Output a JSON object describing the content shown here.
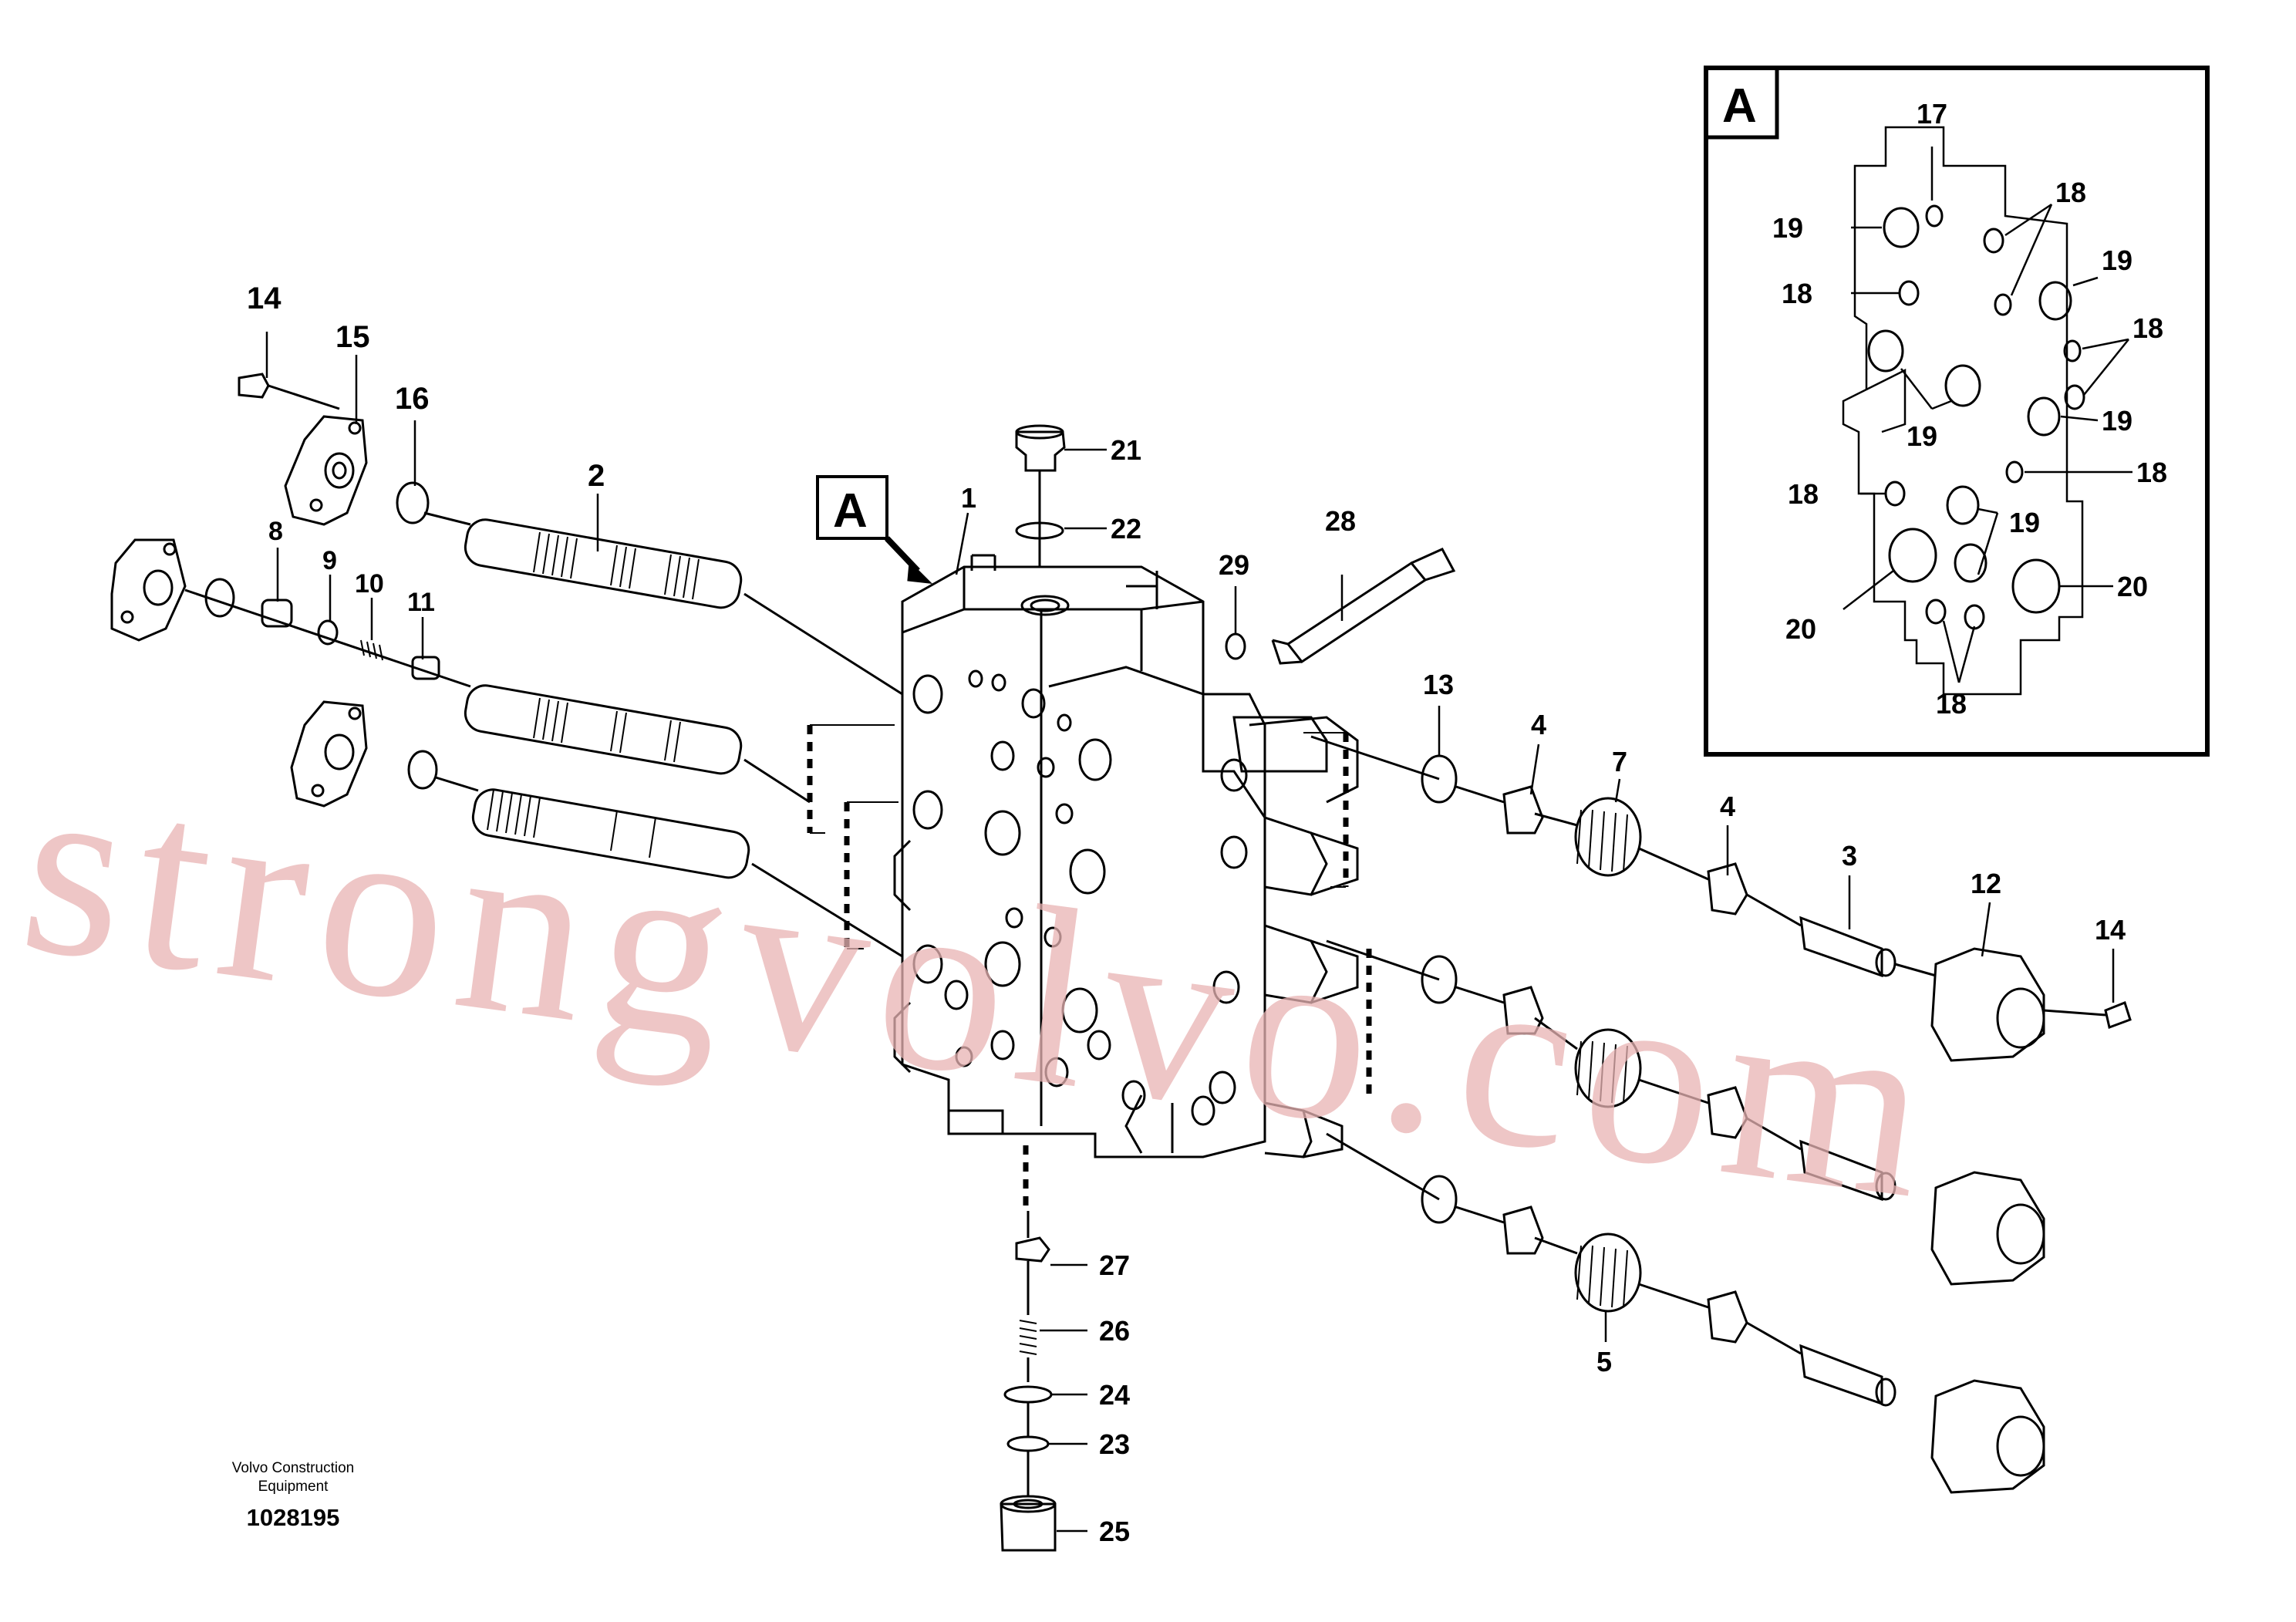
{
  "diagram": {
    "detail_label": "A",
    "callouts": [
      {
        "id": "c14a",
        "text": "14"
      },
      {
        "id": "c15",
        "text": "15"
      },
      {
        "id": "c16",
        "text": "16"
      },
      {
        "id": "c2",
        "text": "2"
      },
      {
        "id": "c8",
        "text": "8"
      },
      {
        "id": "c9",
        "text": "9"
      },
      {
        "id": "c10",
        "text": "10"
      },
      {
        "id": "c11",
        "text": "11"
      },
      {
        "id": "c1",
        "text": "1"
      },
      {
        "id": "c21",
        "text": "21"
      },
      {
        "id": "c22",
        "text": "22"
      },
      {
        "id": "c28",
        "text": "28"
      },
      {
        "id": "c29",
        "text": "29"
      },
      {
        "id": "c13",
        "text": "13"
      },
      {
        "id": "c4a",
        "text": "4"
      },
      {
        "id": "c7",
        "text": "7"
      },
      {
        "id": "c4b",
        "text": "4"
      },
      {
        "id": "c3",
        "text": "3"
      },
      {
        "id": "c12",
        "text": "12"
      },
      {
        "id": "c14b",
        "text": "14"
      },
      {
        "id": "c5",
        "text": "5"
      },
      {
        "id": "c27",
        "text": "27"
      },
      {
        "id": "c26",
        "text": "26"
      },
      {
        "id": "c24",
        "text": "24"
      },
      {
        "id": "c23",
        "text": "23"
      },
      {
        "id": "c25",
        "text": "25"
      }
    ],
    "inset_callouts": [
      {
        "id": "i17",
        "text": "17"
      },
      {
        "id": "i18a",
        "text": "18"
      },
      {
        "id": "i19a",
        "text": "19"
      },
      {
        "id": "i19b",
        "text": "19"
      },
      {
        "id": "i18b",
        "text": "18"
      },
      {
        "id": "i18c",
        "text": "18"
      },
      {
        "id": "i19c",
        "text": "19"
      },
      {
        "id": "i19d",
        "text": "19"
      },
      {
        "id": "i18d",
        "text": "18"
      },
      {
        "id": "i18e",
        "text": "18"
      },
      {
        "id": "i19e",
        "text": "19"
      },
      {
        "id": "i20a",
        "text": "20"
      },
      {
        "id": "i20b",
        "text": "20"
      },
      {
        "id": "i18f",
        "text": "18"
      }
    ]
  },
  "footer": {
    "caption_line1": "Volvo Construction",
    "caption_line2": "Equipment",
    "drawing_number": "1028195"
  },
  "watermark": "strongvolvo.com"
}
